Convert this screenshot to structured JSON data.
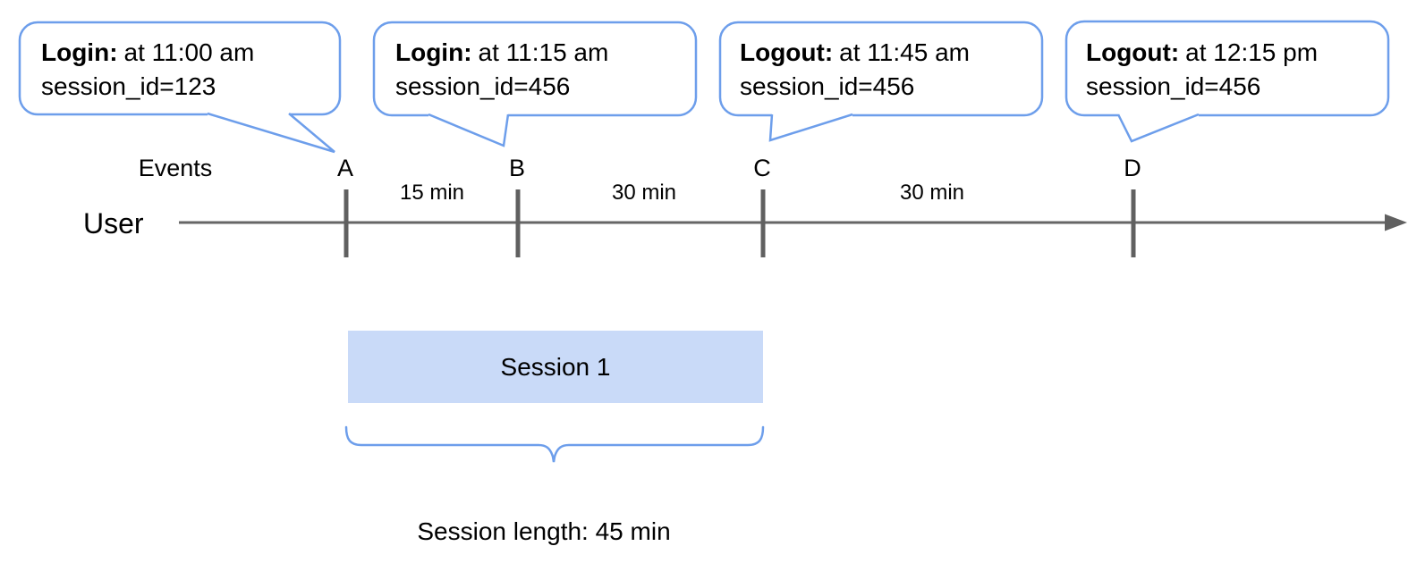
{
  "callouts": [
    {
      "event": "Login:",
      "detail": "at 11:00 am",
      "session": "session_id=123",
      "target": "A"
    },
    {
      "event": "Login:",
      "detail": "at 11:15 am",
      "session": "session_id=456",
      "target": "B"
    },
    {
      "event": "Logout:",
      "detail": "at 11:45 am",
      "session": "session_id=456",
      "target": "C"
    },
    {
      "event": "Logout:",
      "detail": "at 12:15 pm",
      "session": "session_id=456",
      "target": "D"
    }
  ],
  "timeline": {
    "events_label": "Events",
    "user_label": "User",
    "ticks": [
      "A",
      "B",
      "C",
      "D"
    ],
    "intervals": [
      "15 min",
      "30 min",
      "30 min"
    ]
  },
  "session": {
    "label": "Session 1",
    "length": "Session length: 45 min"
  },
  "colors": {
    "accent_blue": "#6d9eeb",
    "session_fill": "#c9daf8",
    "line_gray": "#666666",
    "text": "#000000"
  }
}
